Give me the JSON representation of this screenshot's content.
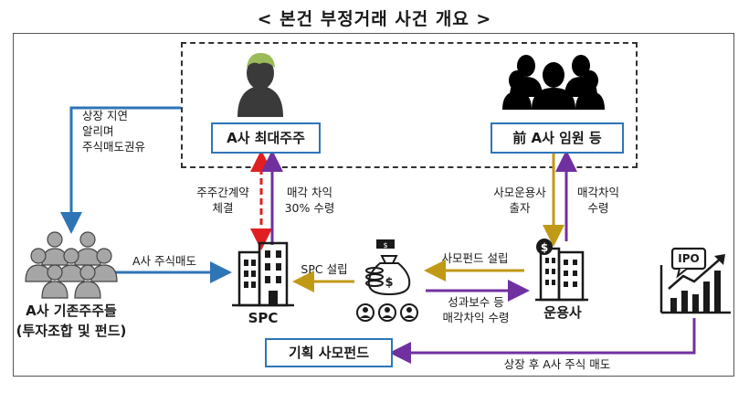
{
  "title": "< 본건 부정거래 사건 개요 >",
  "nodes": {
    "major_shareholder": "A사 최대주주",
    "former_execs": "前 A사 임원 등",
    "existing_shareholders_line1": "A사 기존주주들",
    "existing_shareholders_line2": "(투자조합 및 펀드)",
    "spc": "SPC",
    "manager": "운용사",
    "planned_fund": "기획 사모펀드",
    "ipo": "IPO"
  },
  "edges": {
    "recommend_sale": [
      "상장 지연",
      "알리며",
      "주식매도권유"
    ],
    "side_agreement": [
      "주주간계약",
      "체결"
    ],
    "sale_gain_30": [
      "매각 차익",
      "30% 수령"
    ],
    "manager_invest": [
      "사모운용사",
      "출자"
    ],
    "sale_gain": [
      "매각차익",
      "수령"
    ],
    "share_sale": "A사 주식매도",
    "spc_setup": "SPC 설립",
    "fund_setup": "사모펀드 설립",
    "performance_fee": [
      "성과보수 등",
      "매각차익 수령"
    ],
    "post_listing_sale": "상장 후 A사 주식 매도"
  },
  "colors": {
    "blue": "#2e75b6",
    "red": "#e02020",
    "purple": "#7030a0",
    "gold": "#c09a16",
    "icon_dark": "#3a3a3a",
    "head_green": "#9bbb59"
  }
}
